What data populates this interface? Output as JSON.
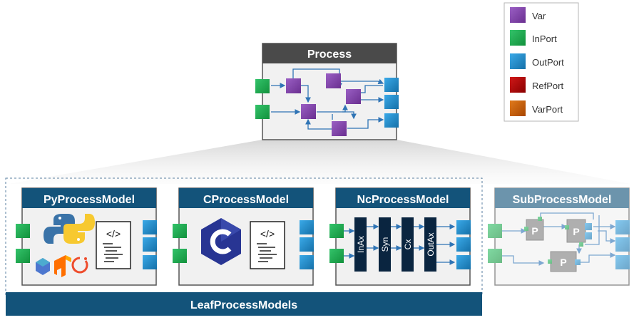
{
  "legend": {
    "items": [
      {
        "label": "Var",
        "color": "#7B3FA0"
      },
      {
        "label": "InPort",
        "color": "#1AAA4B"
      },
      {
        "label": "OutPort",
        "color": "#1E8FD0"
      },
      {
        "label": "RefPort",
        "color": "#B00000"
      },
      {
        "label": "VarPort",
        "color": "#C45A00"
      }
    ]
  },
  "process": {
    "title": "Process"
  },
  "models": {
    "py": {
      "title": "PyProcessModel",
      "icons": [
        "python-logo-icon",
        "numpy-icon",
        "tensorflow-icon",
        "pytorch-icon",
        "code-document-icon"
      ]
    },
    "c": {
      "title": "CProcessModel",
      "icons": [
        "c-language-logo-icon",
        "code-document-icon"
      ]
    },
    "nc": {
      "title": "NcProcessModel",
      "stages": [
        "InAx",
        "Syn",
        "Cx",
        "OutAx"
      ]
    },
    "sub": {
      "title": "SubProcessModel",
      "sub_process_label": "P"
    }
  },
  "leaf_bar": {
    "label": "LeafProcessModels"
  },
  "colors": {
    "header_dark": "#13537A",
    "header_process": "#4A4A4A",
    "header_sub": "#6E9CBC",
    "nc_stage": "#0A2540",
    "box_bg": "#F1F1F1",
    "sub_p": "#7F7F7F"
  }
}
